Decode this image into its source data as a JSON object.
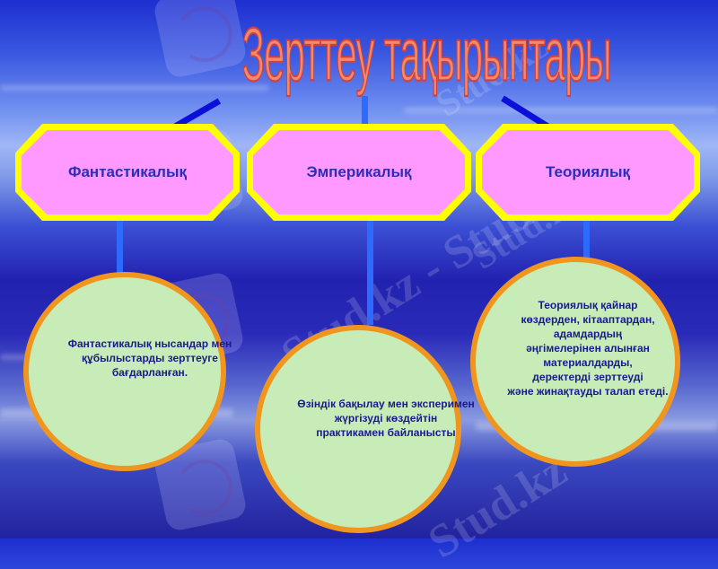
{
  "slide": {
    "title": "Зерттеу тақырыптары",
    "colors": {
      "background": "#2222b0",
      "title_fill": "#f08a6a",
      "title_stroke": "#d04040",
      "octagon_border": "#ffff00",
      "octagon_fill": "#ff99ff",
      "octagon_text": "#2d2db8",
      "ellipse_fill": "#c8ecb8",
      "ellipse_border": "#f0961e",
      "ellipse_text": "#1a1a8c",
      "connector_dark": "#0a10d8",
      "connector_light": "#2f6aff"
    },
    "categories": [
      {
        "label": "Фантастикалық",
        "description": "Фантастикалық нысандар мен\nқұбылыстарды зерттеуге\nбағдарланған."
      },
      {
        "label": "Эмперикалық",
        "description": "Өзіндік бақылау мен эксперимен\nжүргізуді көздейтін\nпрактикамен байланысты"
      },
      {
        "label": "Теориялық",
        "description": "Теориялық қайнар\nкөздерден, кітааптардан,\nадамдардың\nәңгімелерінен алынған\nматериалдарды,\nдеректерді зерттеуді\nжәне жинақтауды талап етеді."
      }
    ],
    "watermark": "Stud.kz"
  }
}
